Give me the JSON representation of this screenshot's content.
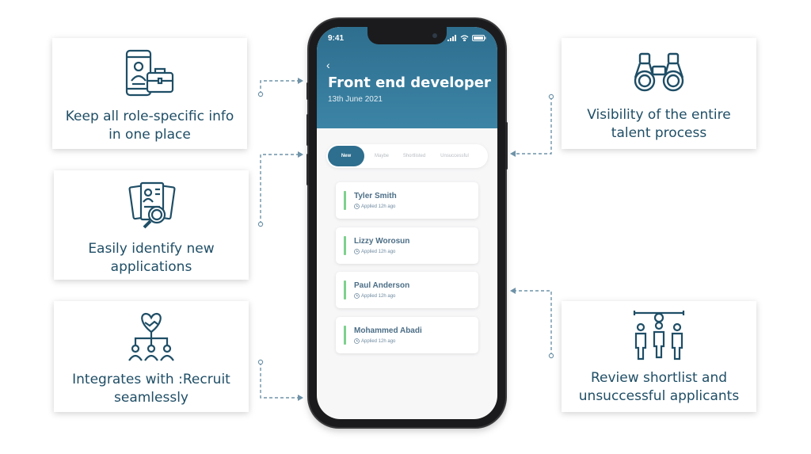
{
  "features": {
    "role_info": {
      "label": "Keep all role-specific info in one place",
      "icon": "phone-briefcase-icon"
    },
    "identify": {
      "label": "Easily identify new applications",
      "icon": "documents-magnifier-icon"
    },
    "integrates": {
      "label": "Integrates with :Recruit seamlessly",
      "icon": "heart-handshake-team-icon"
    },
    "visibility": {
      "label": "Visibility of the entire talent process",
      "icon": "binoculars-icon"
    },
    "review": {
      "label": "Review shortlist and unsuccessful applicants",
      "icon": "people-shortlist-icon"
    }
  },
  "phone": {
    "status_time": "9:41",
    "back_symbol": "‹",
    "job_title": "Front end developer",
    "job_date": "13th June 2021",
    "tabs": [
      "New",
      "Maybe",
      "Shortlisted",
      "Unsuccessful"
    ],
    "active_tab": "New",
    "applicants": [
      {
        "name": "Tyler Smith",
        "applied": "Applied 12h ago"
      },
      {
        "name": "Lizzy Worosun",
        "applied": "Applied 12h ago"
      },
      {
        "name": "Paul Anderson",
        "applied": "Applied 12h ago"
      },
      {
        "name": "Mohammed Abadi",
        "applied": "Applied 12h ago"
      }
    ]
  },
  "colors": {
    "brand": "#1f4e66",
    "header": "#3c84a6",
    "connector": "#6f93a8",
    "applicant_accent": "#7fd08e"
  }
}
